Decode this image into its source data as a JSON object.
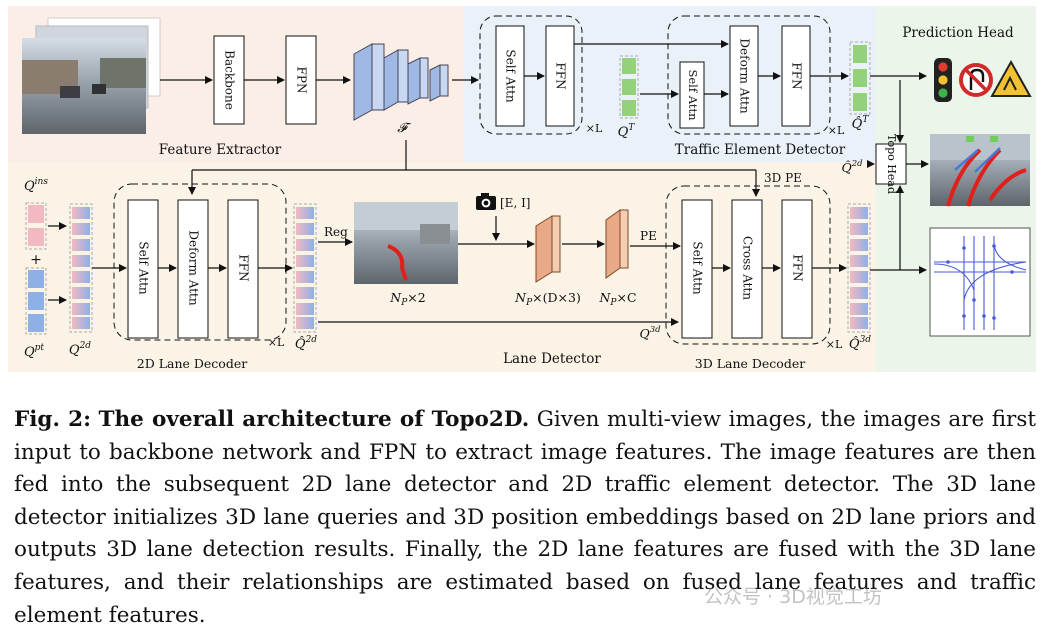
{
  "figure": {
    "feature_extractor": {
      "title": "Feature Extractor",
      "backbone": "Backbone",
      "fpn": "FPN",
      "feature_symbol": "𝓕"
    },
    "traffic_detector": {
      "title": "Traffic Element Detector",
      "self_attn": "Self Attn",
      "ffn": "FFN",
      "deform_attn": "Deform Attn",
      "repeat": "×L",
      "query_in": "Q",
      "query_in_sup": "T",
      "query_out": "Q̂",
      "query_out_sup": "T"
    },
    "prediction_head": {
      "title": "Prediction Head",
      "topo_head": "Topo Head"
    },
    "lane_2d": {
      "title": "2D Lane Decoder",
      "self_attn": "Self Attn",
      "deform_attn": "Deform Attn",
      "ffn": "FFN",
      "repeat": "×L",
      "q_ins": "Q",
      "q_ins_sup": "ins",
      "q_pt": "Q",
      "q_pt_sup": "pt",
      "plus": "+",
      "q2d": "Q",
      "q2d_sup": "2d",
      "q2d_hat": "Q̂",
      "q2d_hat_sup": "2d"
    },
    "lane_detector_label": "Lane Detector",
    "middle": {
      "reg": "Reg",
      "np2": "N",
      "np2_suffix": "×2",
      "camera_label": "[E, I]",
      "npd3": "N",
      "npd3_suffix": "×(D×3)",
      "npc": "N",
      "npc_suffix": "×C",
      "pe": "PE",
      "sub_p": "P"
    },
    "lane_3d": {
      "title": "3D Lane Decoder",
      "self_attn": "Self Attn",
      "cross_attn": "Cross Attn",
      "ffn": "FFN",
      "repeat": "×L",
      "pe_3d": "3D PE",
      "q3d": "Q",
      "q3d_sup": "3d",
      "q3d_hat": "Q̂",
      "q3d_hat_sup": "3d",
      "q2d_hat_in": "Q̂",
      "q2d_hat_in_sup": "2d"
    },
    "colors": {
      "top_left_bg": "#fbeee6",
      "top_right_bg": "#eaf1f8",
      "bottom_bg": "#fbf3e6",
      "right_bg": "#ecf5ea",
      "feature_blue": "#b9cdee",
      "query_green": "#93d27a",
      "query_pink": "#f2b9c2",
      "query_blue": "#8fb0e6",
      "orange_block": "#f3c4a2",
      "lane_red": "#e0201a"
    }
  },
  "caption": {
    "label": "Fig. 2:",
    "title": "The overall architecture of Topo2D.",
    "text": "Given multi-view images, the images are first input to backbone network and FPN to extract image features. The image features are then fed into the subsequent 2D lane detector and 2D traffic element detector. The 3D lane detector initializes 3D lane queries and 3D position embeddings based on 2D lane priors and outputs 3D lane detection results. Finally, the 2D lane features are fused with the 3D lane features, and their relationships are estimated based on fused lane features and traffic element features."
  },
  "watermark": "公众号 · 3D视觉工坊"
}
